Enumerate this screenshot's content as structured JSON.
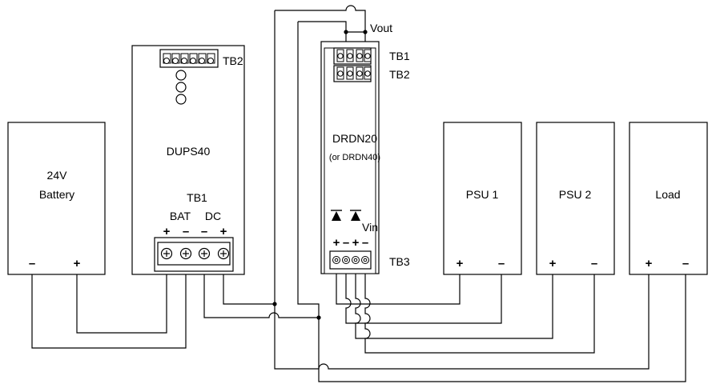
{
  "diagram": {
    "battery": {
      "line1": "24V",
      "line2": "Battery",
      "minus": "–",
      "plus": "+"
    },
    "dups": {
      "name": "DUPS40",
      "tb2": "TB2",
      "tb1": "TB1",
      "bat": "BAT",
      "dc": "DC",
      "terminals": [
        "+",
        "–",
        "–",
        "+"
      ]
    },
    "drdn": {
      "vout": "Vout",
      "tb1": "TB1",
      "tb2": "TB2",
      "name": "DRDN20",
      "alt": "(or DRDN40)",
      "vin": "Vin",
      "tb3": "TB3",
      "terminals": [
        "+",
        "–",
        "+",
        "–"
      ]
    },
    "psu1": {
      "name": "PSU 1",
      "plus": "+",
      "minus": "–"
    },
    "psu2": {
      "name": "PSU 2",
      "plus": "+",
      "minus": "–"
    },
    "load": {
      "name": "Load",
      "plus": "+",
      "minus": "–"
    }
  }
}
